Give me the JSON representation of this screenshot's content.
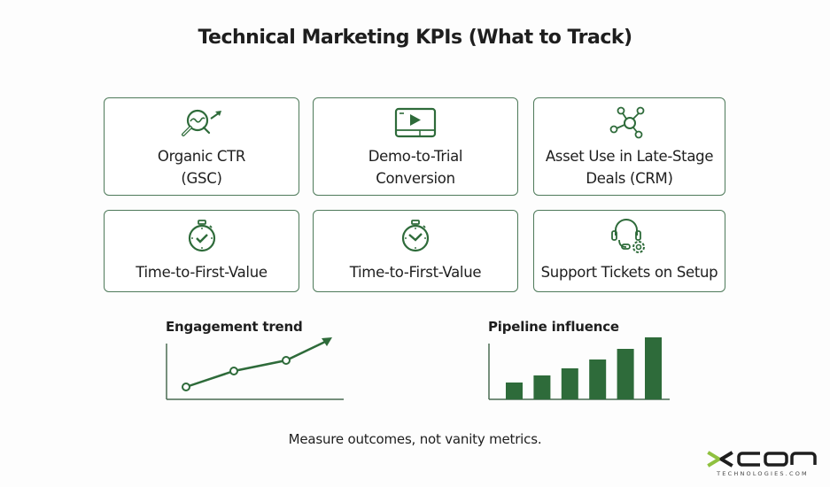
{
  "title": "Technical Marketing KPIs (What to Track)",
  "colors": {
    "accent": "#2e6b3a",
    "border": "#4e7a5a",
    "text": "#1e1e1e",
    "logo_green": "#8fc13f"
  },
  "cards": [
    {
      "label_line1": "Organic CTR",
      "label_line2": "(GSC)",
      "icon": "search-trend-icon"
    },
    {
      "label_line1": "Demo-to-Trial",
      "label_line2": "Conversion",
      "icon": "video-play-icon"
    },
    {
      "label_line1": "Asset Use in Late-Stage",
      "label_line2": "Deals (CRM)",
      "icon": "network-nodes-icon"
    },
    {
      "label_line1": "Time-to-First-Value",
      "icon": "stopwatch-check-icon"
    },
    {
      "label_line1": "Time-to-First-Value",
      "icon": "stopwatch-icon"
    },
    {
      "label_line1": "Support Tickets on Setup",
      "icon": "headset-gear-icon"
    }
  ],
  "chart_data": [
    {
      "type": "line",
      "title": "Engagement trend",
      "x": [
        1,
        2,
        3,
        4
      ],
      "values": [
        1,
        2,
        2.5,
        3.9
      ],
      "xlabel": "",
      "ylabel": "",
      "annotations": [
        "arrow at end of line indicating upward trend"
      ],
      "grid": false
    },
    {
      "type": "bar",
      "title": "Pipeline influence",
      "categories": [
        "1",
        "2",
        "3",
        "4",
        "5",
        "6"
      ],
      "values": [
        19,
        27,
        35,
        45,
        57,
        70
      ],
      "xlabel": "",
      "ylabel": "",
      "grid": false
    }
  ],
  "footer": "Measure outcomes, not vanity metrics.",
  "logo": {
    "word": "XCON",
    "tagline": "TECHNOLOGIES.COM"
  }
}
